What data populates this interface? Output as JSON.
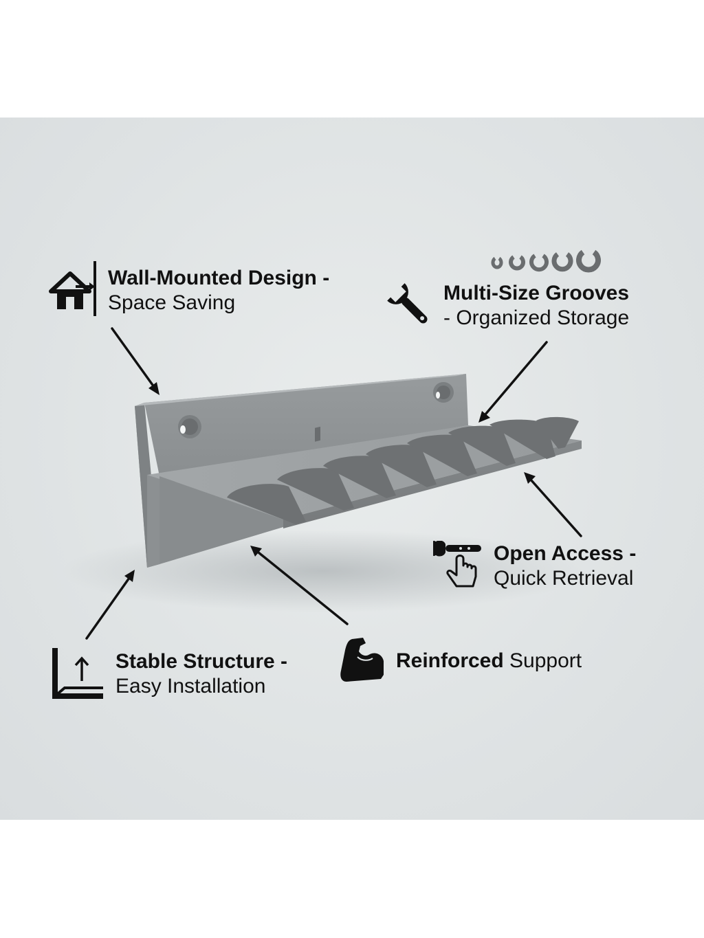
{
  "features": {
    "wall": {
      "title": "Wall-Mounted Design -",
      "subtitle": "Space Saving",
      "icon": "house-wall-icon"
    },
    "grooves": {
      "title": "Multi-Size Grooves",
      "subtitle": "- Organized Storage",
      "icon": "wrench-icon",
      "decor_icon": "groove-sizes-icon"
    },
    "access": {
      "title": "Open Access -",
      "subtitle": "Quick Retrieval",
      "icon": "wrench-hand-icon"
    },
    "stable": {
      "title": "Stable Structure -",
      "subtitle": "Easy Installation",
      "icon": "bracket-arrow-icon"
    },
    "reinforced": {
      "title": "Reinforced",
      "subtitle": " Support",
      "icon": "flexed-arm-icon"
    }
  },
  "colors": {
    "background": "#dfe3e4",
    "shelf_face": "#8d9193",
    "shelf_top": "#9a9ea0",
    "text": "#111111"
  }
}
